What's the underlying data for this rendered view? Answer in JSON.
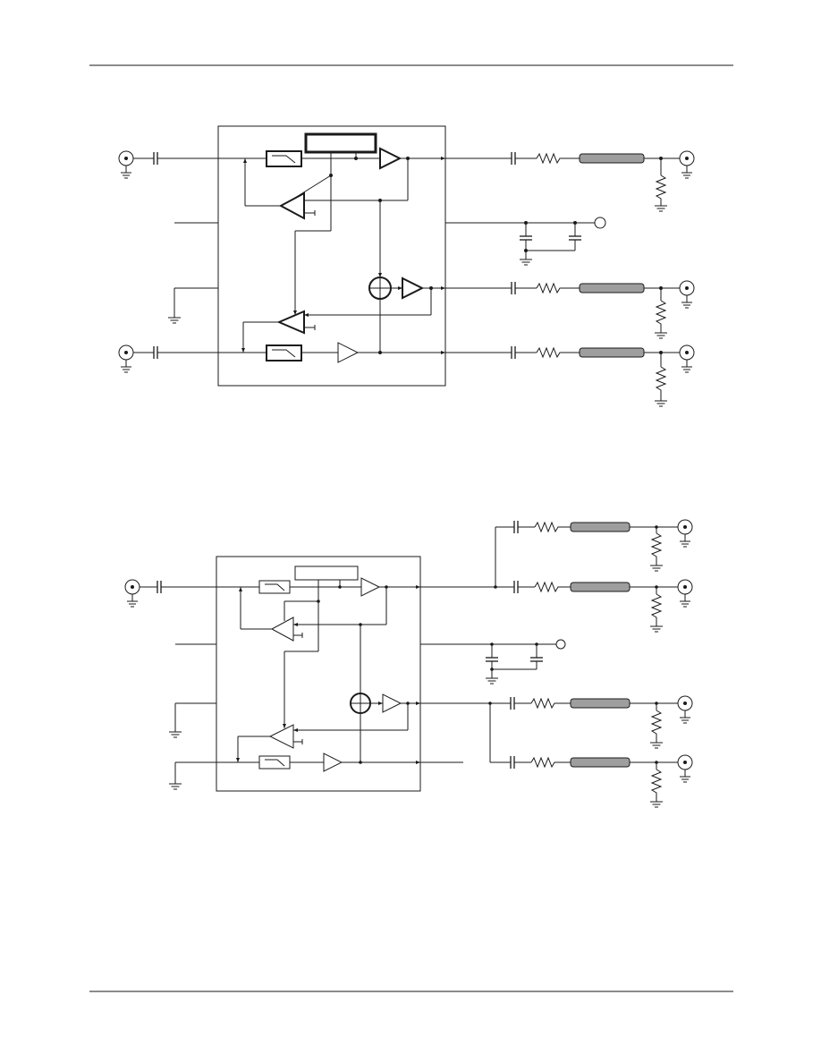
{
  "page": {
    "header_rule": true,
    "footer_rule": true
  },
  "diagrams": [
    {
      "id": "circuit-top",
      "inputs": 2,
      "outputs": 3,
      "style": "bold-outline"
    },
    {
      "id": "circuit-bottom",
      "inputs": 2,
      "outputs": 4,
      "style": "thin-outline"
    }
  ],
  "colors": {
    "line": "#1a1a1a",
    "coax_fill": "#9e9e9e",
    "background": "#ffffff"
  },
  "icons": [
    "bnc-connector-icon",
    "ground-icon",
    "capacitor-icon",
    "resistor-icon",
    "coax-cable-icon",
    "amplifier-icon",
    "summing-junction-icon",
    "filter-icon"
  ]
}
